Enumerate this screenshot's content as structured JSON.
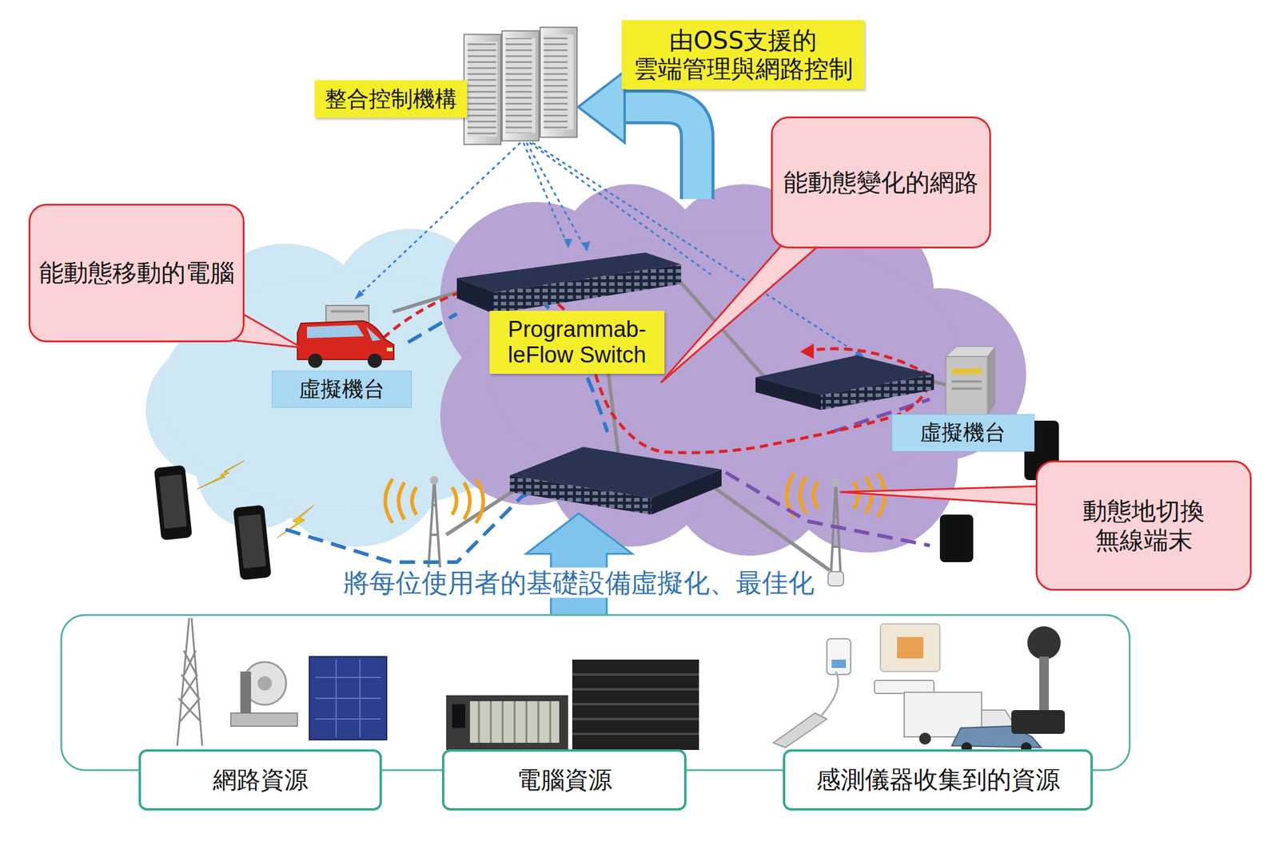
{
  "diagram": {
    "nodes": [
      {
        "text": [
          "由OSS支援的 雲端管理與網路控制"
        ]
      },
      {
        "text": [
          "整合控制機構"
        ]
      },
      {
        "text": [
          "能動態變化的網路"
        ]
      },
      {
        "text": [
          "能動態移動的電腦"
        ]
      },
      {
        "text": [
          "Programmab- leFlow Switch"
        ]
      },
      {
        "text": [
          "虛擬機台"
        ]
      },
      {
        "text": [
          "虛擬機台"
        ]
      },
      {
        "text": [
          "動態地切換 無線端末"
        ]
      },
      {
        "text": [
          "網路資源"
        ]
      },
      {
        "text": [
          "電腦資源"
        ]
      },
      {
        "text": [
          "感測儀器收集到的資源"
        ]
      }
    ],
    "labels": [
      "將每位使用者的基礎設備虛擬化、最佳化"
    ]
  }
}
